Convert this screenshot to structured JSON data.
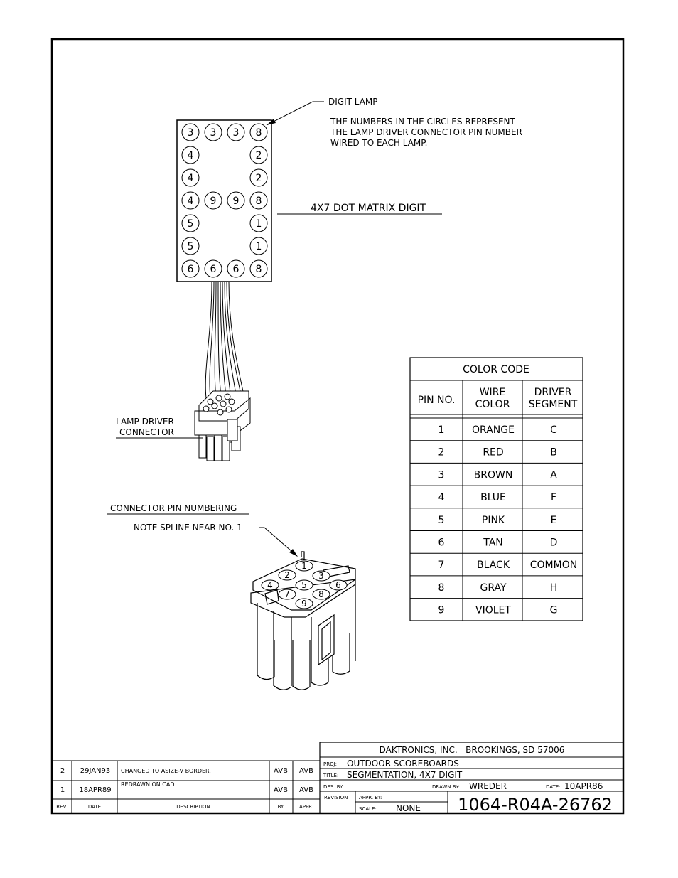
{
  "lamp_notes": {
    "digit_lamp": "DIGIT LAMP",
    "explain_1": "THE NUMBERS IN THE CIRCLES REPRESENT",
    "explain_2": "THE LAMP DRIVER CONNECTOR PIN NUMBER",
    "explain_3": "WIRED TO EACH LAMP.",
    "matrix_label": "4X7 DOT MATRIX DIGIT",
    "connector_1": "LAMP DRIVER",
    "connector_2": "CONNECTOR",
    "pin_numbering": "CONNECTOR PIN NUMBERING",
    "spline_note": "NOTE SPLINE NEAR NO. 1"
  },
  "matrix_rows": [
    [
      "3",
      "3",
      "3",
      "8"
    ],
    [
      "4",
      "",
      "",
      "2"
    ],
    [
      "4",
      "",
      "",
      "2"
    ],
    [
      "4",
      "9",
      "9",
      "8"
    ],
    [
      "5",
      "",
      "",
      "1"
    ],
    [
      "5",
      "",
      "",
      "1"
    ],
    [
      "6",
      "6",
      "6",
      "8"
    ]
  ],
  "connector_pins": [
    "1",
    "2",
    "3",
    "4",
    "5",
    "6",
    "7",
    "8",
    "9"
  ],
  "color_code": {
    "title": "COLOR CODE",
    "headers": [
      "PIN NO.",
      "WIRE COLOR",
      "DRIVER SEGMENT"
    ],
    "header_lines": [
      [
        "PIN NO."
      ],
      [
        "WIRE",
        "COLOR"
      ],
      [
        "DRIVER",
        "SEGMENT"
      ]
    ],
    "rows": [
      [
        "1",
        "ORANGE",
        "C"
      ],
      [
        "2",
        "RED",
        "B"
      ],
      [
        "3",
        "BROWN",
        "A"
      ],
      [
        "4",
        "BLUE",
        "F"
      ],
      [
        "5",
        "PINK",
        "E"
      ],
      [
        "6",
        "TAN",
        "D"
      ],
      [
        "7",
        "BLACK",
        "COMMON"
      ],
      [
        "8",
        "GRAY",
        "H"
      ],
      [
        "9",
        "VIOLET",
        "G"
      ]
    ]
  },
  "revisions": {
    "rows": [
      [
        "2",
        "29JAN93",
        "CHANGED TO ASIZE-V BORDER.",
        "AVB",
        "AVB"
      ],
      [
        "1",
        "18APR89",
        "REDRAWN ON CAD.",
        "AVB",
        "AVB"
      ]
    ],
    "headers": [
      "REV.",
      "DATE",
      "DESCRIPTION",
      "BY",
      "APPR."
    ]
  },
  "title_block": {
    "company": "DAKTRONICS, INC.   BROOKINGS, SD 57006",
    "proj_label": "PROJ:",
    "proj": "OUTDOOR SCOREBOARDS",
    "title_label": "TITLE:",
    "title": "SEGMENTATION, 4X7 DIGIT",
    "des_label": "DES. BY:",
    "drawn_label": "DRAWN BY:",
    "drawn": "WREDER",
    "date_label": "DATE:",
    "date": "10APR86",
    "revision_label": "REVISION",
    "appr_label": "APPR. BY:",
    "scale_label": "SCALE:",
    "scale": "NONE",
    "drawing_no": "1064-R04A-26762"
  }
}
